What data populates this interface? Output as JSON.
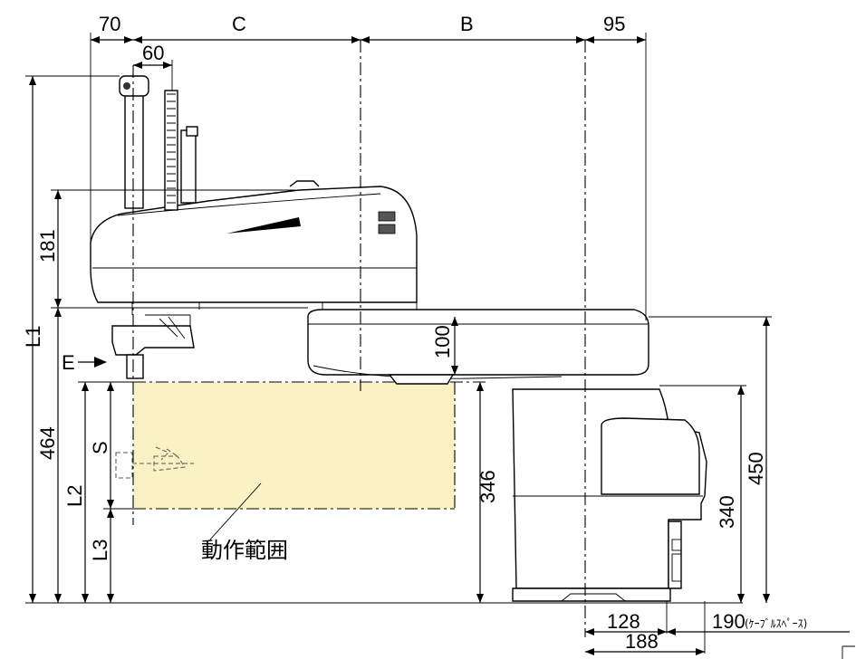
{
  "dimensions": {
    "top_70": "70",
    "top_C": "C",
    "top_B": "B",
    "top_95": "95",
    "top_60": "60",
    "left_L1": "L1",
    "left_181": "181",
    "left_464": "464",
    "left_L2": "L2",
    "left_L3": "L3",
    "left_S": "S",
    "mid_100": "100",
    "mid_346": "346",
    "right_340": "340",
    "right_450": "450",
    "bottom_128": "128",
    "bottom_188": "188",
    "bottom_190": "190",
    "bottom_cable_space": "(ｹｰﾌﾞﾙｽﾍﾟｰｽ)"
  },
  "labels": {
    "E_marker": "E",
    "operating_range": "動作範囲"
  },
  "colors": {
    "operating_range_fill": "#fbf2c4",
    "line": "#000000",
    "dark_part": "#555555"
  }
}
